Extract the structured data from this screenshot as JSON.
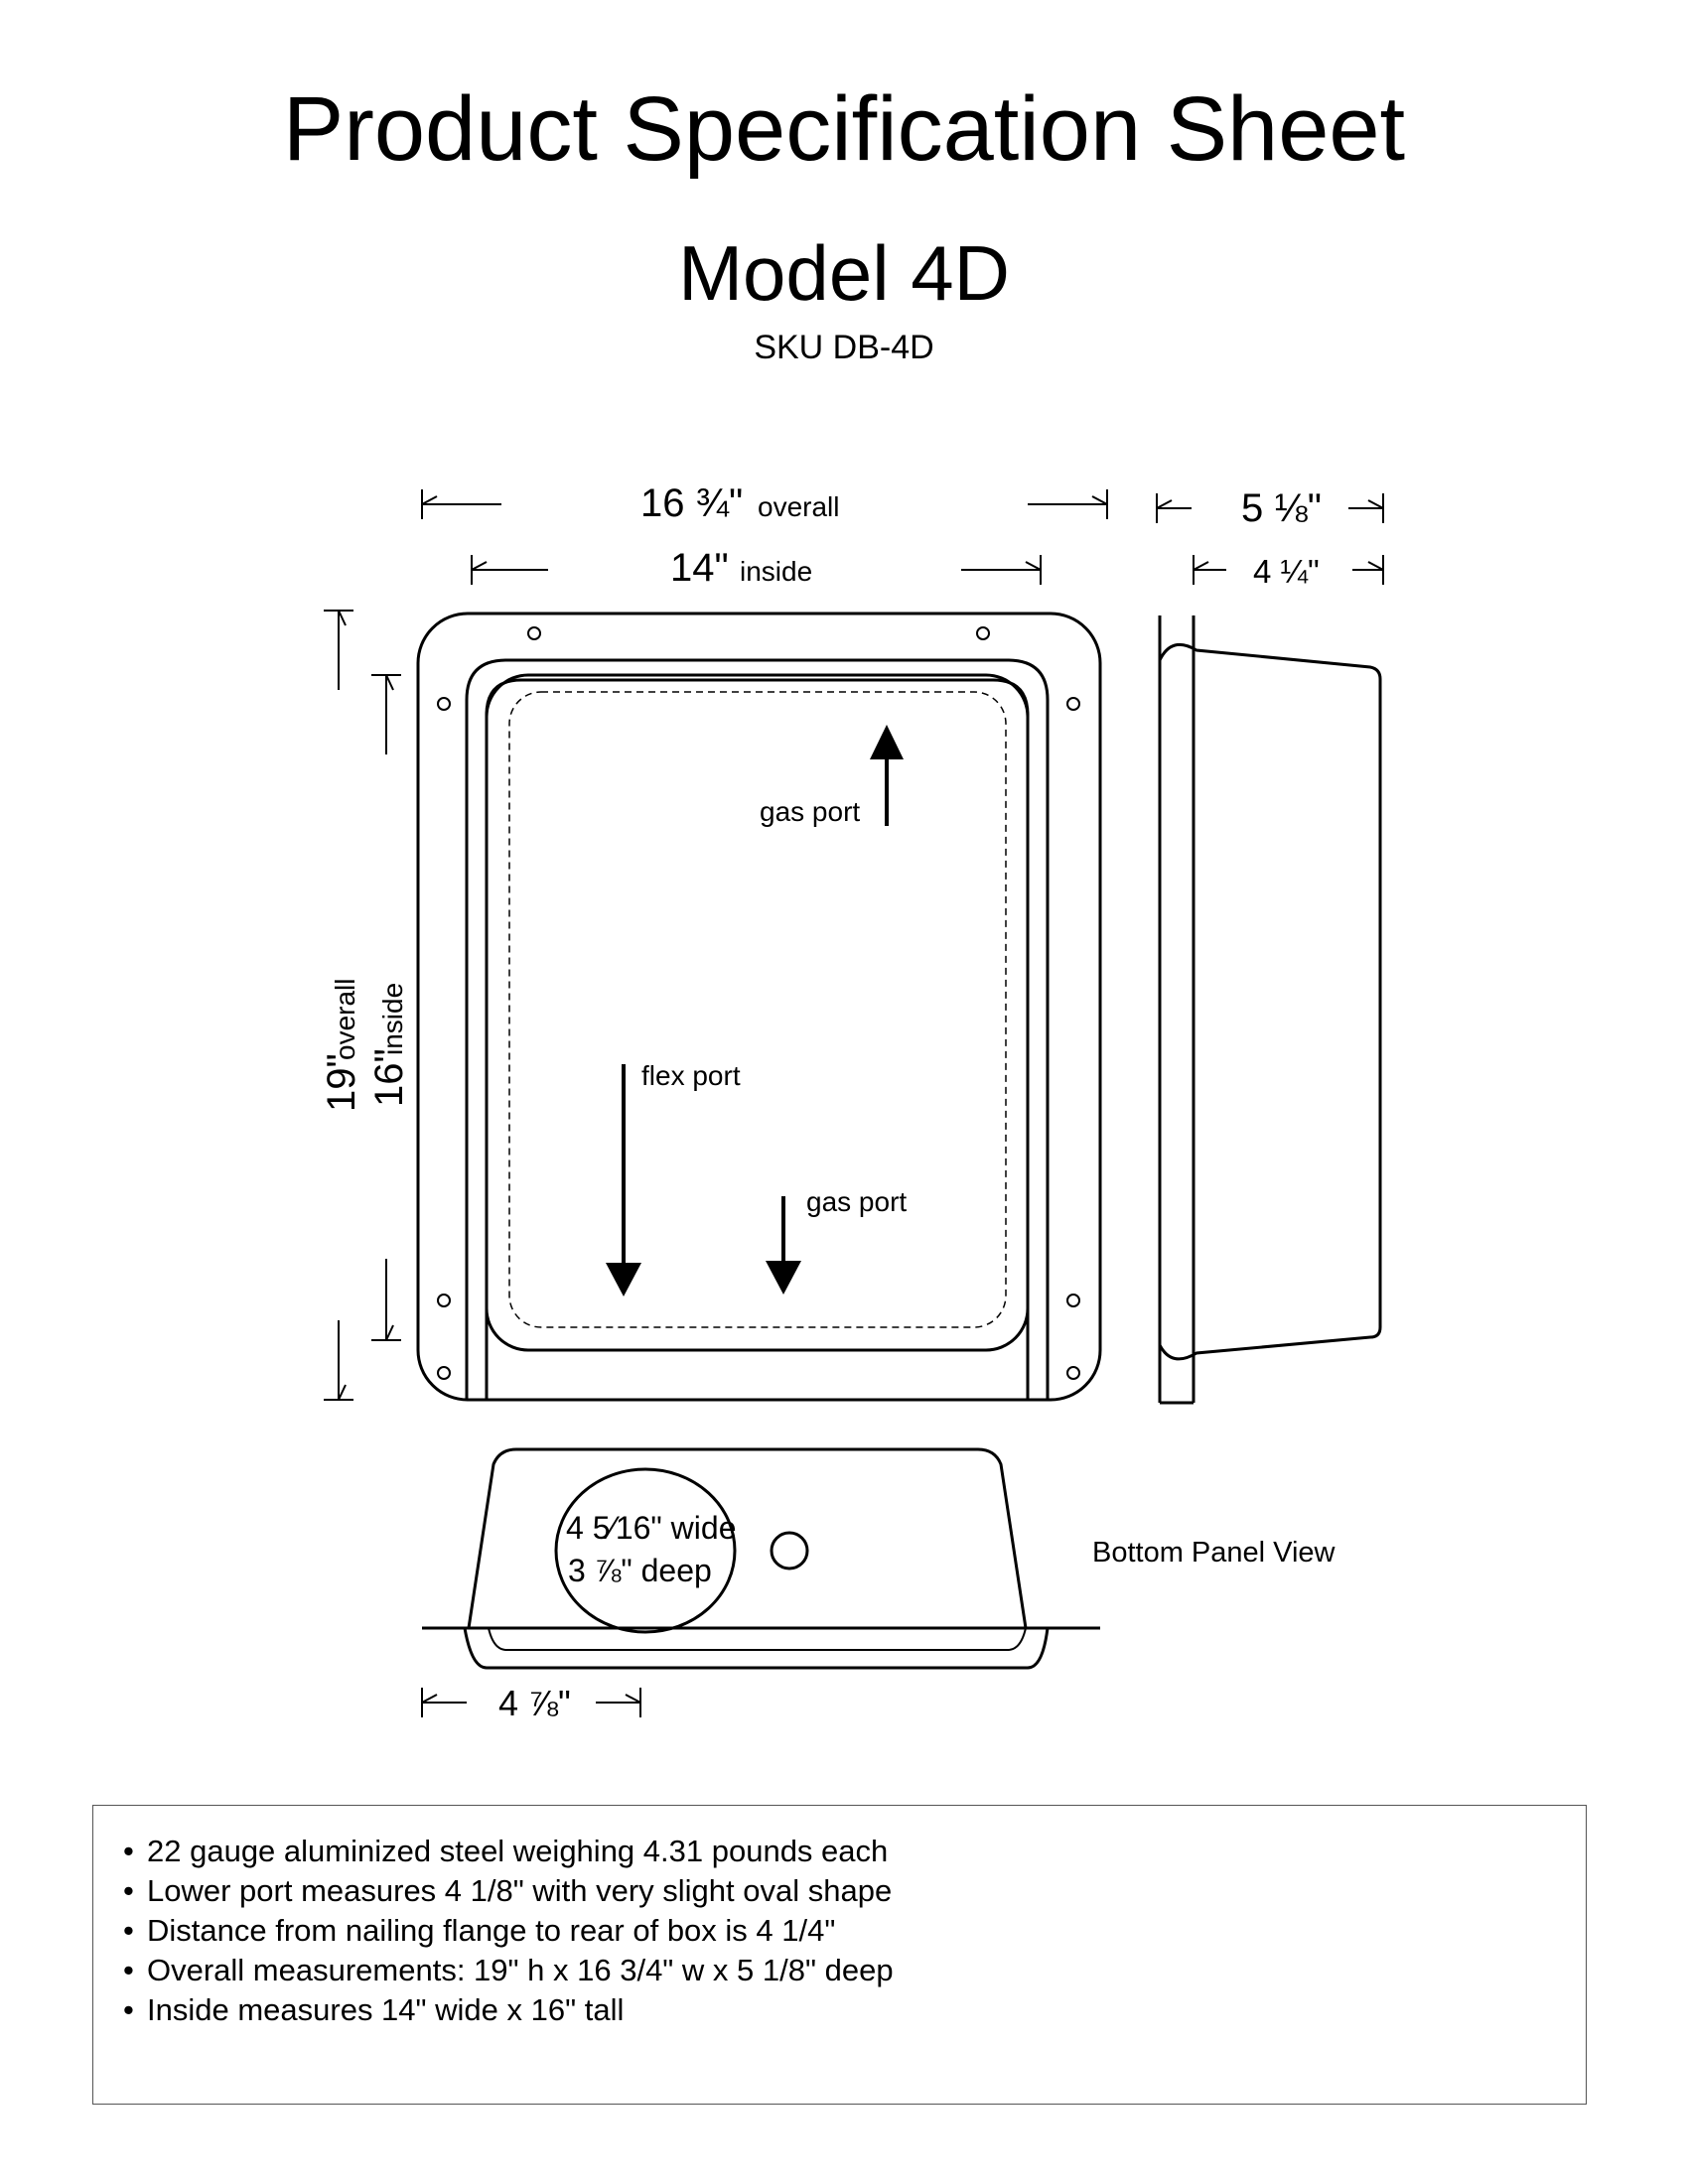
{
  "header": {
    "title": "Product Specification Sheet",
    "model": "Model 4D",
    "sku": "SKU DB-4D"
  },
  "front_view": {
    "width_overall": "16 ¾\"",
    "width_overall_label": "overall",
    "width_inside": "14\"",
    "width_inside_label": "inside",
    "height_overall": "19\"",
    "height_overall_label": "overall",
    "height_inside": "16\"",
    "height_inside_label": "inside",
    "gas_port_upper": "gas port",
    "flex_port": "flex port",
    "gas_port_lower": "gas port"
  },
  "side_view": {
    "depth_overall": "5 ⅛\"",
    "depth_flange": "4 ¼\""
  },
  "bottom_view": {
    "label": "Bottom Panel View",
    "port_wide": "4 5⁄16\" wide",
    "port_deep": "3 ⅞\" deep",
    "width": "4 ⅞\""
  },
  "specs": {
    "bullet": "•",
    "items": [
      "22 gauge aluminized steel weighing 4.31 pounds each",
      "Lower port measures 4 1/8\" with very slight oval shape",
      "Distance from nailing flange to rear of box is 4 1/4\"",
      "Overall measurements: 19\" h x 16 3/4\" w x 5 1/8\" deep",
      "Inside measures  14\" wide x 16\" tall"
    ]
  }
}
